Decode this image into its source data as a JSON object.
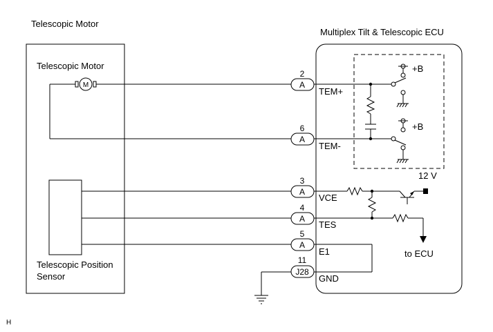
{
  "titles": {
    "left_box": "Telescopic Motor",
    "right_box": "Multiplex Tilt & Telescopic ECU"
  },
  "components": {
    "motor_label": "Telescopic Motor",
    "motor_symbol": "M",
    "sensor_label_line1": "Telescopic Position",
    "sensor_label_line2": "Sensor"
  },
  "connectors": [
    {
      "pin": "2",
      "connector": "A",
      "terminal": "TEM+"
    },
    {
      "pin": "6",
      "connector": "A",
      "terminal": "TEM-"
    },
    {
      "pin": "3",
      "connector": "A",
      "terminal": "VCE"
    },
    {
      "pin": "4",
      "connector": "A",
      "terminal": "TES"
    },
    {
      "pin": "5",
      "connector": "A",
      "terminal": "E1"
    },
    {
      "pin": "11",
      "connector": "J28",
      "terminal": "GND"
    }
  ],
  "ecu_labels": {
    "supply_1": "+B",
    "supply_2": "+B",
    "voltage": "12 V",
    "to_ecu": "to ECU"
  },
  "footer": {
    "code": "H"
  }
}
